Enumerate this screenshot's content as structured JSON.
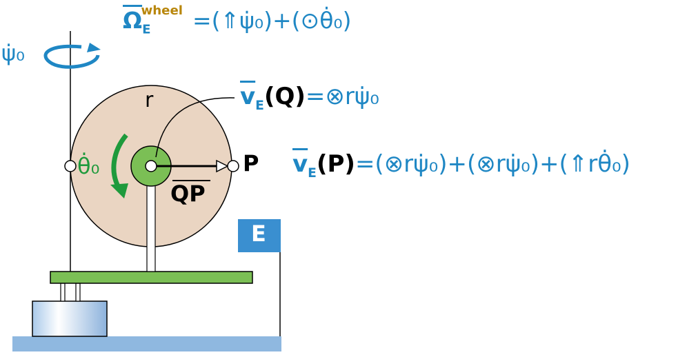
{
  "colors": {
    "blue": "#1f87c4",
    "green": "#1e9a3c",
    "olive": "#b8860b",
    "disk_fill": "#ead5c2",
    "hub_fill": "#7bbf55",
    "plate_fill": "#7bbf55",
    "ground_fill": "#8fb8e0",
    "frame_box": "#3a8fd0"
  },
  "labels": {
    "omega_symbol": "Ω",
    "omega_sub": "E",
    "omega_sup": "wheel",
    "omega_rhs": "=(⇑ψ̇₀)+(⊙θ̇₀)",
    "psi_dot": "ψ̇₀",
    "r_label": "r",
    "theta_dot": "θ̇₀",
    "vq_v": "v",
    "vq_sub": "E",
    "vq_point": "(Q)",
    "vq_rhs": "=⊗rψ̇₀",
    "p_label": "P",
    "qp_label": "QP",
    "vp_v": "v",
    "vp_sub": "E",
    "vp_point": "(P)",
    "vp_rhs": "=(⊗rψ̇₀)+(⊗rψ̇₀)+(⇑rθ̇₀)",
    "frame_label": "E"
  }
}
